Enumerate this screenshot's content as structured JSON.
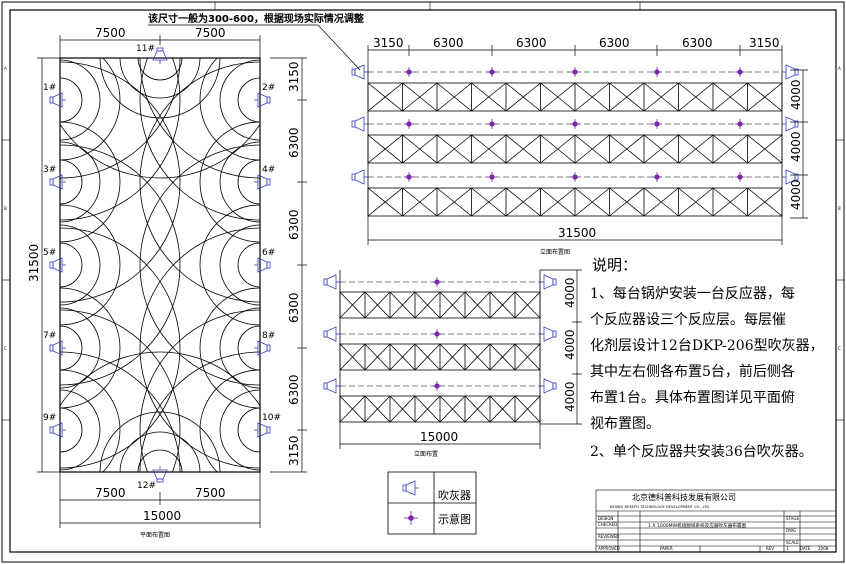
{
  "colors": {
    "line": "#000000",
    "blower": "#3d3dcc",
    "dot": "#7a2aa8"
  },
  "top_note": "该尺寸一般为300-600，根据现场实际情况调整",
  "plan": {
    "dim_top_left": "7500",
    "dim_top_right": "7500",
    "dim_bottom_left": "7500",
    "dim_bottom_right": "7500",
    "dim_bottom_total": "15000",
    "dim_left_total": "31500",
    "dim_right": [
      "3150",
      "6300",
      "6300",
      "6300",
      "6300",
      "3150"
    ],
    "blowers": [
      "1#",
      "2#",
      "3#",
      "4#",
      "5#",
      "6#",
      "7#",
      "8#",
      "9#",
      "10#",
      "11#",
      "12#"
    ],
    "caption": "平面布置图"
  },
  "elev_long": {
    "dim_top": [
      "3150",
      "6300",
      "6300",
      "6300",
      "6300",
      "3150"
    ],
    "dim_right": [
      "4000",
      "4000",
      "4000"
    ],
    "dim_bottom": "31500",
    "caption": "立面布置图"
  },
  "elev_short": {
    "dim_right": [
      "4000",
      "4000",
      "4000"
    ],
    "dim_bottom": "15000",
    "caption": "立面布置"
  },
  "notes": {
    "title": "说明：",
    "lines": [
      "1、每台锅炉安装一台反应器，每",
      "个反应器设三个反应层。每层催",
      "化剂层设计12台DKP-206型吹灰器，",
      "其中左右侧各布置5台，前后侧各",
      "布置1台。具体布置图详见平面俯",
      "视布置图。",
      "2、单个反应器共安装36台吹灰器。"
    ]
  },
  "legend": {
    "blower_label": "吹灰器",
    "dot_label": "示意图"
  },
  "title_block": {
    "company": "北京德科普科技发展有限公司",
    "company_en": "BEIJING DEKEPU TECHNOLOGY DEVELOPMENT CO., LTD",
    "drawing_title": "1 X 1000MW机组脱硝系统反应器吹灰器布置图",
    "labels": [
      "DESIGN",
      "CHECKED",
      "REVIEWED",
      "APPROVED",
      "STAGE",
      "DWG",
      "SCALE"
    ],
    "bottom_left": "PAPER",
    "bottom_mid": "REV",
    "bottom_right": [
      "1",
      "DATE",
      "2008"
    ]
  },
  "frame_labels": {
    "left": [
      "A",
      "B",
      "C"
    ],
    "right": [
      "A",
      "B",
      "C"
    ]
  }
}
